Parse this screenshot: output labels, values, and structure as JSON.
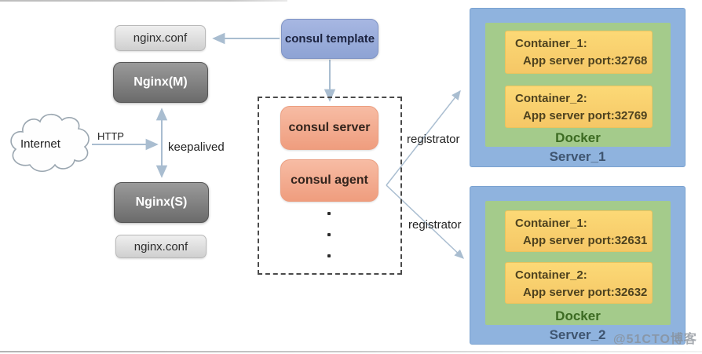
{
  "palette": {
    "wire": "#a9bdd0",
    "dashed_border": "#4a4a4a",
    "server_blue": "#8fb3de",
    "docker_green": "#a4cb8b",
    "container_yellow": "#f9d06e",
    "consul_blue": "#99aeda",
    "consul_salmon": "#f3ab8f",
    "nginx_dark_gray": "#7f7f7f",
    "nginx_conf_gray": "#dcdcdc"
  },
  "left": {
    "internet_label": "Internet",
    "http_label": "HTTP",
    "keepalived_label": "keepalived",
    "nginx_conf_top": "nginx.conf",
    "nginx_master": "Nginx(M)",
    "nginx_slave": "Nginx(S)",
    "nginx_conf_bottom": "nginx.conf"
  },
  "consul": {
    "template_label": "consul template",
    "server_label": "consul server",
    "agent_label": "consul agent",
    "dots": [
      "•",
      "•",
      "•"
    ]
  },
  "registrator": {
    "upper_label": "registrator",
    "lower_label": "registrator"
  },
  "servers": [
    {
      "name": "Server_1",
      "docker_label": "Docker",
      "containers": [
        {
          "title": "Container_1:",
          "detail": "App server port:32768"
        },
        {
          "title": "Container_2:",
          "detail": "App server port:32769"
        }
      ]
    },
    {
      "name": "Server_2",
      "docker_label": "Docker",
      "containers": [
        {
          "title": "Container_1:",
          "detail": "App server port:32631"
        },
        {
          "title": "Container_2:",
          "detail": "App server port:32632"
        }
      ]
    }
  ],
  "watermark": "@51CTO博客"
}
